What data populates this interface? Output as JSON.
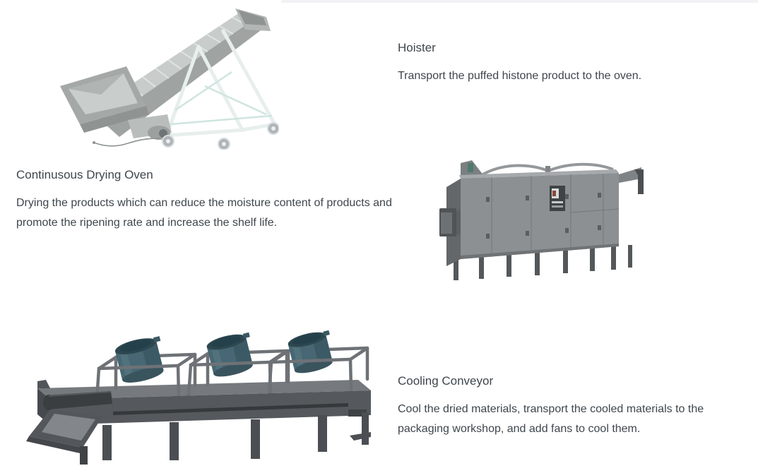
{
  "page": {
    "background": "#ffffff",
    "top_strip_color": "#f2f2f6",
    "text_color": "#3e464c"
  },
  "sections": [
    {
      "id": "hoister",
      "title": "Hoister",
      "description": "Transport the puffed histone product to the oven.",
      "image": "inclined-hoister-conveyor-photo",
      "image_side": "left",
      "text_side": "right"
    },
    {
      "id": "drying-oven",
      "title": "Continusous Drying Oven",
      "description": "Drying the products which can reduce the moisture content of products and promote the ripening rate and increase the shelf life.",
      "image": "continuous-drying-oven-photo",
      "image_side": "right",
      "text_side": "left"
    },
    {
      "id": "cooling-conveyor",
      "title": "Cooling Conveyor",
      "description": "Cool the dried materials, transport the cooled materials to the packaging workshop, and add fans to cool them.",
      "image": "cooling-conveyor-photo",
      "image_side": "left",
      "text_side": "right"
    }
  ],
  "colors": {
    "steel_light": "#c9cdcc",
    "steel_mid": "#a4a9a7",
    "oven_gray": "#8d9093",
    "oven_dark_side": "#63676a",
    "conveyor_dark": "#55595d",
    "fan_teal": "#466773",
    "support_frame_white": "#edf3f1"
  }
}
